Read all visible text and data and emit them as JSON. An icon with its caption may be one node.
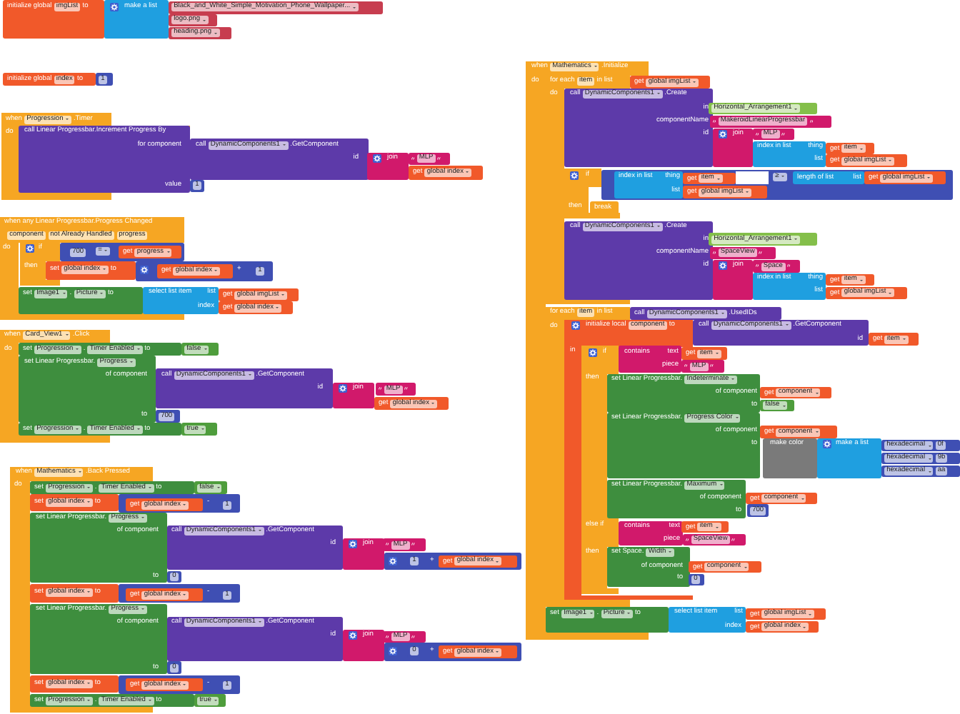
{
  "diagram": {
    "nodes": [
      {
        "text": [
          "initialize global",
          "imgList",
          "to"
        ]
      },
      {
        "text": [
          "make a list"
        ]
      },
      {
        "text": [
          "Black_and_White_Simple_Motivation_Phone_Wallpaper..."
        ]
      },
      {
        "text": [
          "logo.png"
        ]
      },
      {
        "text": [
          "heading.png"
        ]
      },
      {
        "text": [
          "initialize global",
          "index",
          "to"
        ]
      },
      {
        "text": [
          "1"
        ]
      },
      {
        "text": [
          "when",
          "Progression",
          ".Timer",
          "do"
        ]
      },
      {
        "text": [
          "call Linear Progressbar.Increment Progress By",
          "for component",
          "value"
        ],
        "in": 7
      },
      {
        "text": [
          "call",
          "DynamicComponents1",
          ".GetComponent",
          "id"
        ]
      },
      {
        "text": [
          "join"
        ]
      },
      {
        "text": [
          "MLP"
        ]
      },
      {
        "text": [
          "get",
          "global index"
        ]
      },
      {
        "text": [
          "1"
        ]
      },
      {
        "text": [
          "when any Linear Progressbar.Progress Changed",
          "component",
          "not Already Handled",
          "progress",
          "do"
        ]
      },
      {
        "text": [
          "if",
          "then"
        ],
        "in": 14
      },
      {
        "text": [
          "="
        ],
        "in": 14
      },
      {
        "text": [
          "700"
        ],
        "in": 16
      },
      {
        "text": [
          "get",
          "progress"
        ],
        "in": 16
      },
      {
        "text": [
          "set",
          "global index",
          "to"
        ],
        "in": 14
      },
      {
        "text": [
          "+"
        ]
      },
      {
        "text": [
          "get",
          "global index"
        ],
        "in": 20
      },
      {
        "text": [
          "1"
        ],
        "in": 20
      },
      {
        "text": [
          "set",
          "Image1",
          ".",
          "Picture",
          "to"
        ],
        "in": 14
      },
      {
        "text": [
          "select list item",
          "list",
          "index"
        ]
      },
      {
        "text": [
          "get",
          "global imgList"
        ]
      },
      {
        "text": [
          "get",
          "global index"
        ]
      },
      {
        "text": [
          "when",
          "Card_View1",
          ".Click",
          "do"
        ]
      },
      {
        "text": [
          "set",
          "Progression",
          ".",
          "Timer Enabled",
          "to"
        ]
      },
      {
        "text": [
          "false"
        ]
      },
      {
        "text": [
          "set Linear Progressbar.",
          "Progress",
          "of component",
          "to"
        ]
      },
      {
        "text": [
          "call",
          "DynamicComponents1",
          ".GetComponent",
          "id"
        ]
      },
      {
        "text": [
          "join"
        ]
      },
      {
        "text": [
          "MLP"
        ]
      },
      {
        "text": [
          "get",
          "global index"
        ]
      },
      {
        "text": [
          "700"
        ]
      },
      {
        "text": [
          "set",
          "Progression",
          ".",
          "Timer Enabled",
          "to"
        ]
      },
      {
        "text": [
          "true"
        ]
      },
      {
        "text": [
          "when",
          "Mathematics",
          ".Back Pressed",
          "do"
        ]
      },
      {
        "text": [
          "set",
          "Progression",
          ".",
          "Timer Enabled",
          "to"
        ]
      },
      {
        "text": [
          "false"
        ]
      },
      {
        "text": [
          "set",
          "global index",
          "to"
        ],
        "in": 38
      },
      {
        "text": [
          "-"
        ]
      },
      {
        "text": [
          "get",
          "global index"
        ],
        "in": 42
      },
      {
        "text": [
          "1"
        ],
        "in": 42
      },
      {
        "text": [
          "set Linear Progressbar.",
          "Progress",
          "of component",
          "to"
        ]
      },
      {
        "text": [
          "call",
          "DynamicComponents1",
          ".GetComponent",
          "id"
        ]
      },
      {
        "text": [
          "join"
        ]
      },
      {
        "text": [
          "MLP"
        ]
      },
      {
        "text": [
          "+"
        ]
      },
      {
        "text": [
          "1"
        ],
        "in": 49
      },
      {
        "text": [
          "get",
          "global index"
        ],
        "in": 49
      },
      {
        "text": [
          "0"
        ]
      },
      {
        "text": [
          "set",
          "global index",
          "to"
        ],
        "in": 38
      },
      {
        "text": [
          "-"
        ]
      },
      {
        "text": [
          "get",
          "global index"
        ],
        "in": 54
      },
      {
        "text": [
          "1"
        ],
        "in": 54
      },
      {
        "text": [
          "set Linear Progressbar.",
          "Progress",
          "of component",
          "to"
        ]
      },
      {
        "text": [
          "call",
          "DynamicComponents1",
          ".GetComponent",
          "id"
        ]
      },
      {
        "text": [
          "join"
        ]
      },
      {
        "text": [
          "MLP"
        ]
      },
      {
        "text": [
          "+"
        ]
      },
      {
        "text": [
          "0"
        ],
        "in": 61
      },
      {
        "text": [
          "get",
          "global index"
        ],
        "in": 61
      },
      {
        "text": [
          "0"
        ]
      },
      {
        "text": [
          "set",
          "global index",
          "to"
        ],
        "in": 38
      },
      {
        "text": [
          "-"
        ]
      },
      {
        "text": [
          "get",
          "global index"
        ],
        "in": 66
      },
      {
        "text": [
          "1"
        ],
        "in": 66
      },
      {
        "text": [
          "set",
          "Progression",
          ".",
          "Timer Enabled",
          "to"
        ]
      },
      {
        "text": [
          "true"
        ]
      },
      {
        "text": [
          "when",
          "Mathematics",
          ".Initialize",
          "do"
        ]
      },
      {
        "text": [
          "for each",
          "item",
          "in list",
          "do"
        ],
        "in": 71
      },
      {
        "text": [
          "get",
          "global imgList"
        ]
      },
      {
        "text": [
          "call",
          "DynamicComponents1",
          ".Create",
          "in",
          "componentName",
          "id"
        ]
      },
      {
        "text": [
          "Horizontal_Arrangement1"
        ]
      },
      {
        "text": [
          "MakeroidLinearProgressbar"
        ]
      },
      {
        "text": [
          "join"
        ]
      },
      {
        "text": [
          "MLP"
        ]
      },
      {
        "text": [
          "index in list",
          "thing",
          "list"
        ]
      },
      {
        "text": [
          "get",
          "item"
        ]
      },
      {
        "text": [
          "get",
          "global imgList"
        ]
      },
      {
        "text": [
          "if",
          "then"
        ],
        "in": 72
      },
      {
        "text": [
          "≥"
        ]
      },
      {
        "text": [
          "index in list",
          "thing",
          "list"
        ]
      },
      {
        "text": [
          "get",
          "item"
        ],
        "in": 83
      },
      {
        "text": [
          "get",
          "global imgList"
        ],
        "in": 83
      },
      {
        "text": [
          "length of list",
          "list"
        ],
        "in": 83
      },
      {
        "text": [
          "get",
          "global imgList"
        ],
        "in": 83
      },
      {
        "text": [
          "break"
        ],
        "in": 82
      },
      {
        "text": [
          "call",
          "DynamicComponents1",
          ".Create",
          "in",
          "componentName",
          "id"
        ]
      },
      {
        "text": [
          "Horizontal_Arrangement1"
        ]
      },
      {
        "text": [
          "SpaceView"
        ]
      },
      {
        "text": [
          "join"
        ]
      },
      {
        "text": [
          "Space"
        ]
      },
      {
        "text": [
          "index in list",
          "thing",
          "list"
        ]
      },
      {
        "text": [
          "get",
          "item"
        ]
      },
      {
        "text": [
          "get",
          "global imgList"
        ]
      },
      {
        "text": [
          "for each",
          "item",
          "in list",
          "do"
        ],
        "in": 71
      },
      {
        "text": [
          "call",
          "DynamicComponents1",
          ".UsedIDs"
        ]
      },
      {
        "text": [
          "initialize local",
          "component",
          "to",
          "in"
        ],
        "in": 98
      },
      {
        "text": [
          "call",
          "DynamicComponents1",
          ".GetComponent",
          "id"
        ]
      },
      {
        "text": [
          "get",
          "item"
        ]
      },
      {
        "text": [
          "if",
          "then",
          "else if",
          "then"
        ],
        "in": 100
      },
      {
        "text": [
          "contains",
          "text",
          "piece"
        ],
        "in": 100
      },
      {
        "text": [
          "get",
          "item"
        ]
      },
      {
        "text": [
          "MLP"
        ]
      },
      {
        "text": [
          "set Linear Progressbar.",
          "Indeterminate",
          "of component",
          "to"
        ]
      },
      {
        "text": [
          "get",
          "component"
        ]
      },
      {
        "text": [
          "false"
        ]
      },
      {
        "text": [
          "set Linear Progressbar.",
          "Progress Color",
          "of component",
          "to"
        ]
      },
      {
        "text": [
          "get",
          "component"
        ]
      },
      {
        "text": [
          "make color"
        ]
      },
      {
        "text": [
          "make a list"
        ]
      },
      {
        "text": [
          "hexadecimal",
          "0f"
        ]
      },
      {
        "text": [
          "hexadecimal",
          "9b"
        ]
      },
      {
        "text": [
          "hexadecimal",
          "aa"
        ]
      },
      {
        "text": [
          "set Linear Progressbar.",
          "Maximum",
          "of component",
          "to"
        ]
      },
      {
        "text": [
          "get",
          "component"
        ]
      },
      {
        "text": [
          "700"
        ]
      },
      {
        "text": [
          "contains",
          "text",
          "piece"
        ],
        "in": 100
      },
      {
        "text": [
          "get",
          "item"
        ]
      },
      {
        "text": [
          "SpaceView"
        ]
      },
      {
        "text": [
          "set Space.",
          "Width",
          "of component",
          "to"
        ],
        "in": 100
      },
      {
        "text": [
          "get",
          "component"
        ]
      },
      {
        "text": [
          "0"
        ]
      },
      {
        "text": [
          "set",
          "Image1",
          ".",
          "Picture",
          "to"
        ],
        "in": 71
      },
      {
        "text": [
          "select list item",
          "list",
          "index"
        ]
      },
      {
        "text": [
          "get",
          "global imgList"
        ]
      },
      {
        "text": [
          "get",
          "global index"
        ]
      }
    ]
  }
}
